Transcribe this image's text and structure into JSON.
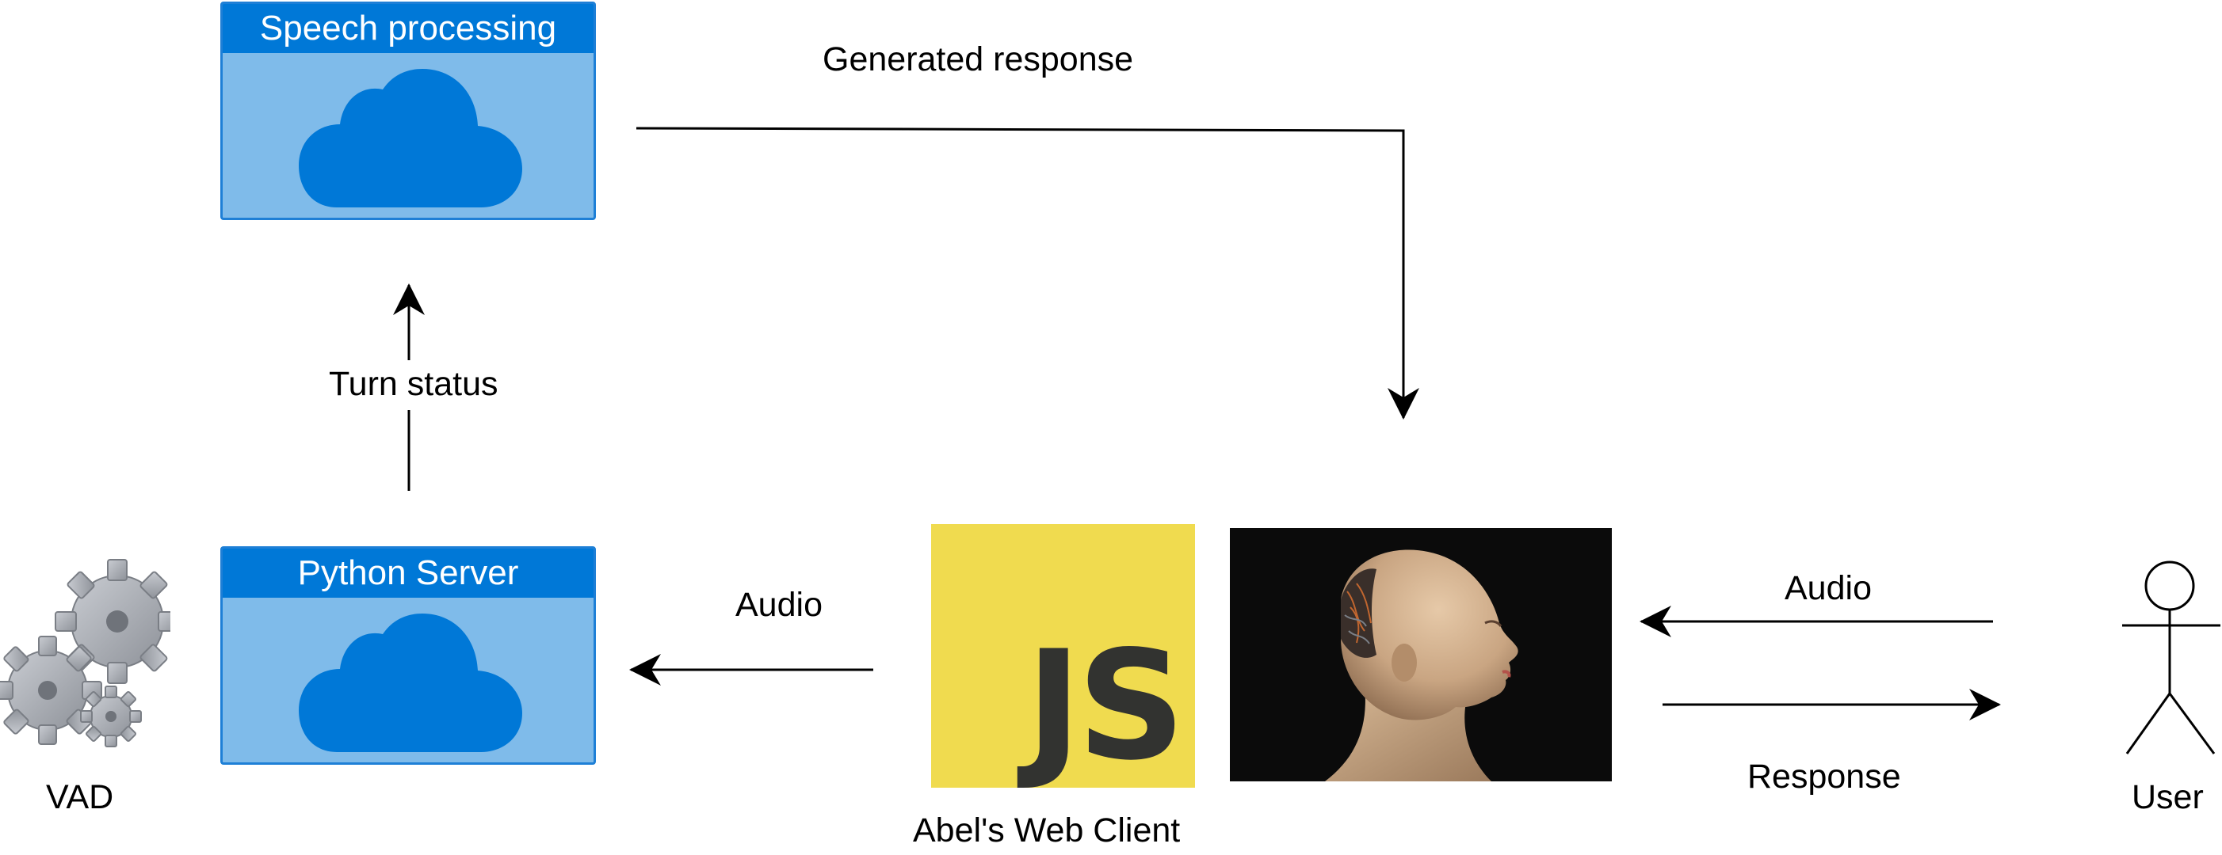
{
  "nodes": {
    "speech_processing": {
      "title": "Speech processing",
      "icon": "cloud-icon"
    },
    "python_server": {
      "title": "Python Server",
      "icon": "cloud-icon"
    },
    "vad": {
      "label": "VAD",
      "icon": "gears-icon"
    },
    "web_client": {
      "label": "Abel's Web Client",
      "icon": "js-logo-icon",
      "logo_text": "JS"
    },
    "robot": {
      "icon": "robot-head-image"
    },
    "user": {
      "label": "User",
      "icon": "stick-figure-icon"
    }
  },
  "edges": {
    "generated_response": "Generated response",
    "turn_status": "Turn status",
    "audio_to_server": "Audio",
    "audio_from_user": "Audio",
    "response_to_user": "Response"
  },
  "colors": {
    "box_fill": "#7fbbea",
    "box_header": "#0078d7",
    "cloud": "#0078d7",
    "js_yellow": "#f0db4f",
    "js_text": "#323330",
    "gear_gray": "#a9acb3"
  }
}
